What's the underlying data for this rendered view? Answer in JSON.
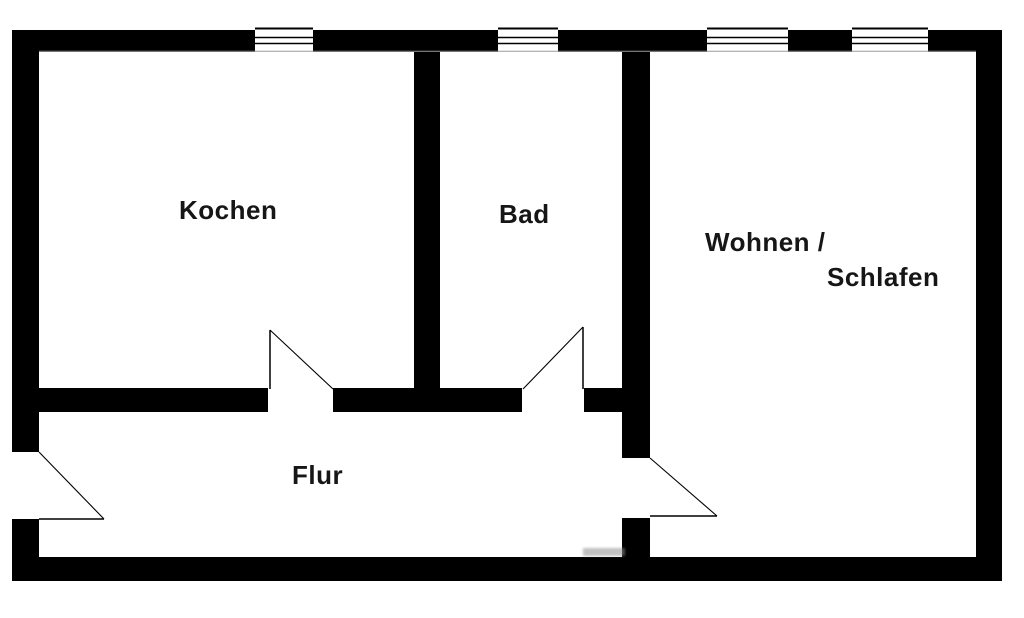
{
  "floorplan": {
    "rooms": [
      {
        "id": "kitchen",
        "label": "Kochen"
      },
      {
        "id": "bathroom",
        "label": "Bad"
      },
      {
        "id": "living-sleeping",
        "label_line1": "Wohnen /",
        "label_line2": "Schlafen"
      },
      {
        "id": "hallway",
        "label": "Flur"
      }
    ],
    "doors": [
      {
        "id": "entrance-door",
        "location": "left exterior wall into hallway"
      },
      {
        "id": "kitchen-door",
        "location": "hallway into kitchen"
      },
      {
        "id": "bathroom-door",
        "location": "hallway into bathroom"
      },
      {
        "id": "living-door",
        "location": "hallway into living/sleeping room"
      }
    ],
    "windows": [
      {
        "id": "window-kitchen",
        "wall": "top",
        "room": "kitchen"
      },
      {
        "id": "window-bathroom",
        "wall": "top",
        "room": "bathroom"
      },
      {
        "id": "window-living-1",
        "wall": "top",
        "room": "living-sleeping"
      },
      {
        "id": "window-living-2",
        "wall": "top",
        "room": "living-sleeping"
      }
    ],
    "colors": {
      "wall": "#000000",
      "background": "#ffffff",
      "label": "#161616",
      "edge_line": "#9b9b9b",
      "watermark": "#8f8f8f"
    }
  }
}
